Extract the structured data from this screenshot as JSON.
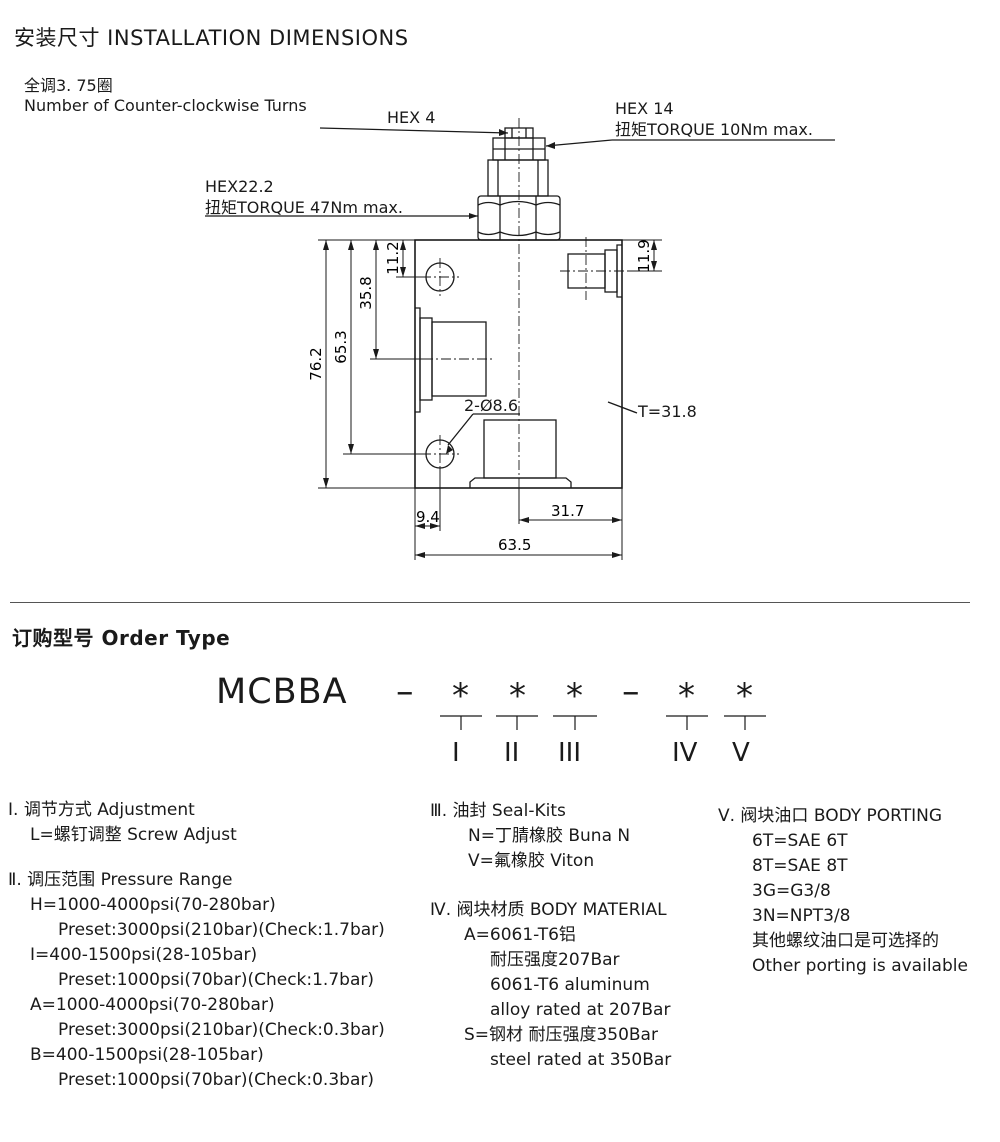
{
  "header": {
    "installation_title": "安装尺寸 INSTALLATION DIMENSIONS",
    "order_title": "订购型号 Order Type"
  },
  "drawing_labels": {
    "turns_cn": "全调3. 75圈",
    "turns_en": "Number of Counter-clockwise Turns",
    "hex4": "HEX 4",
    "hex14": "HEX 14",
    "hex14_torque": "扭矩TORQUE 10Nm max.",
    "hex22": "HEX22.2",
    "hex22_torque": "扭矩TORQUE 47Nm max.",
    "thickness": "T=31.8",
    "holes": "2-Ø8.6"
  },
  "dimensions": {
    "d11_2": "11.2",
    "d11_9": "11.9",
    "d35_8": "35.8",
    "d65_3": "65.3",
    "d76_2": "76.2",
    "d9_4": "9.4",
    "d31_7": "31.7",
    "d63_5": "63.5"
  },
  "order_code": {
    "prefix": "MCBBA",
    "dash": "–",
    "star": "*",
    "positions": [
      "I",
      "II",
      "III",
      "IV",
      "V"
    ]
  },
  "options": {
    "adjustment": {
      "title": "Ⅰ.  调节方式 Adjustment",
      "items": [
        "L=螺钉调整 Screw  Adjust"
      ]
    },
    "pressure": {
      "title": "Ⅱ.  调压范围 Pressure Range",
      "items": [
        {
          "range": "H=1000-4000psi(70-280bar)",
          "preset": "Preset:3000psi(210bar)(Check:1.7bar)"
        },
        {
          "range": " I=400-1500psi(28-105bar)",
          "preset": "Preset:1000psi(70bar)(Check:1.7bar)"
        },
        {
          "range": "A=1000-4000psi(70-280bar)",
          "preset": "Preset:3000psi(210bar)(Check:0.3bar)"
        },
        {
          "range": "B=400-1500psi(28-105bar)",
          "preset": "Preset:1000psi(70bar)(Check:0.3bar)"
        }
      ]
    },
    "seal": {
      "title": "Ⅲ.  油封 Seal-Kits",
      "items": [
        "N=丁腈橡胶 Buna  N",
        "V=氟橡胶 Viton"
      ]
    },
    "material": {
      "title": "Ⅳ.  阀块材质 BODY MATERIAL",
      "line1": "A=6061-T6铝",
      "line2": "耐压强度207Bar",
      "line3": "6061-T6 aluminum",
      "line4": "alloy rated at 207Bar",
      "line5": "S=钢材  耐压强度350Bar",
      "line6": "steel rated at 350Bar"
    },
    "porting": {
      "title": "Ⅴ.  阀块油口 BODY PORTING",
      "items": [
        "6T=SAE 6T",
        "8T=SAE 8T",
        "3G=G3/8",
        "3N=NPT3/8",
        "其他螺纹油口是可选择的",
        "Other porting is available"
      ]
    }
  }
}
